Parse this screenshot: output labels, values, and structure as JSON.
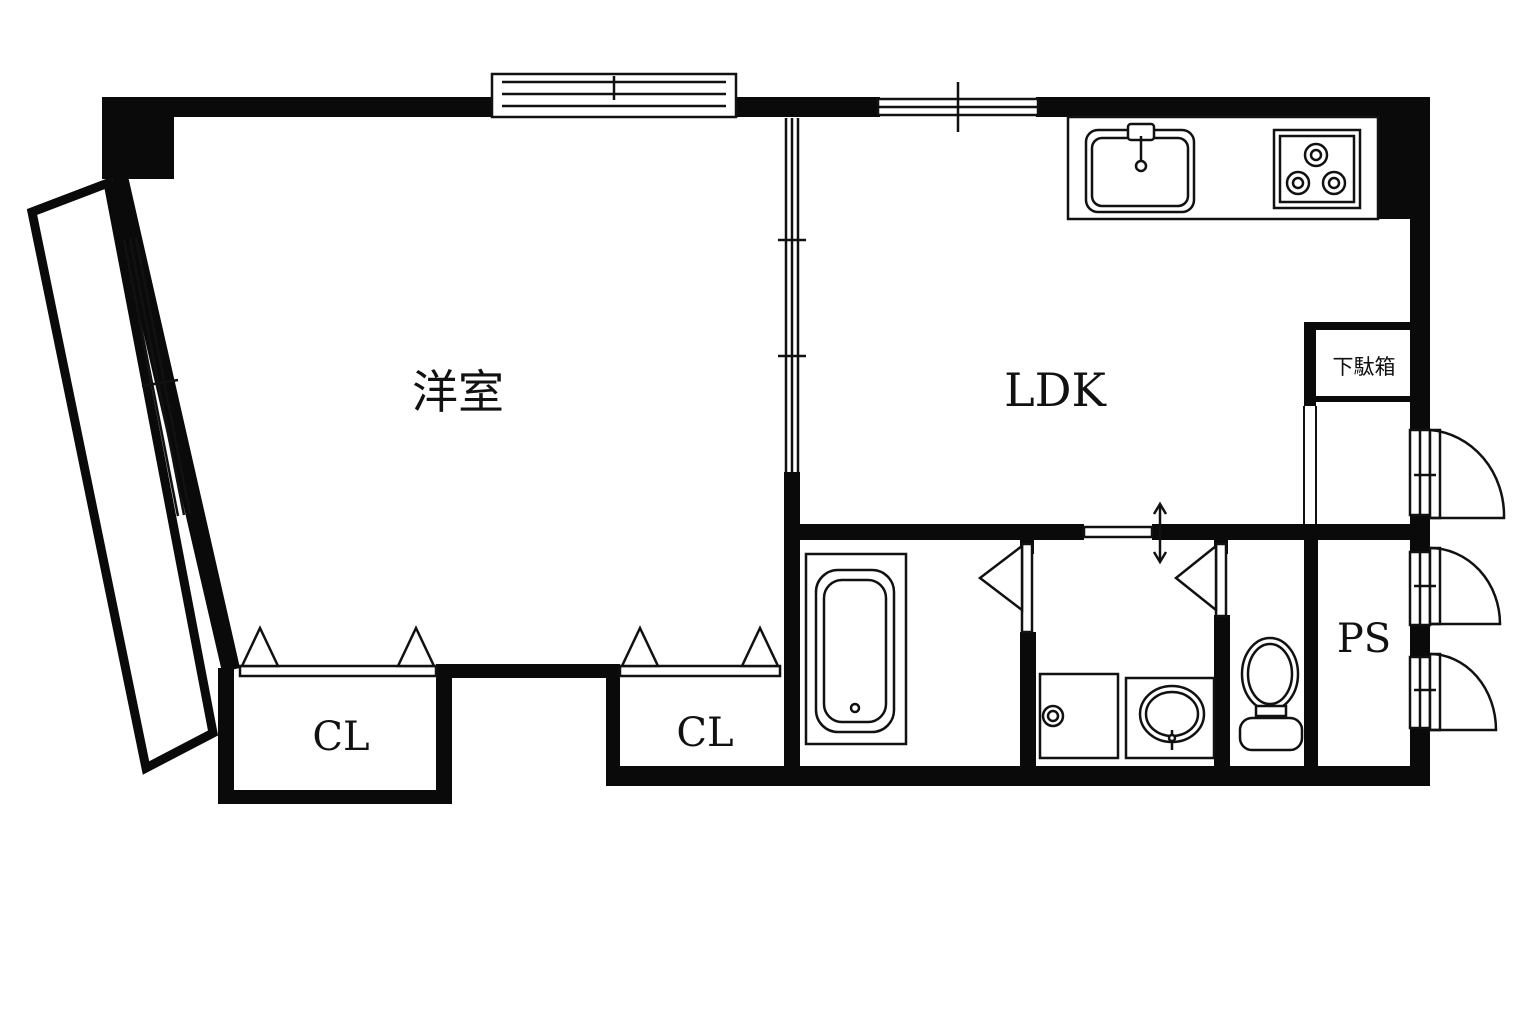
{
  "rooms": {
    "western_room": "洋室",
    "ldk": "LDK",
    "closet_left": "CL",
    "closet_right": "CL",
    "shoe_cabinet": "下駄箱",
    "pipe_space": "PS"
  },
  "colors": {
    "wall": "#0a0a0a",
    "background": "#ffffff",
    "line": "#111111"
  }
}
